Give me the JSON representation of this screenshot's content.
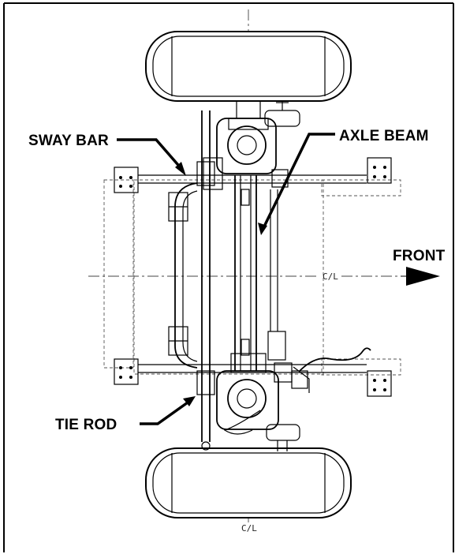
{
  "labels": {
    "sway_bar": "SWAY BAR",
    "axle_beam": "AXLE BEAM",
    "front": "FRONT",
    "tie_rod": "TIE ROD",
    "centerline_horizontal": "C/L",
    "centerline_vertical": "C/L"
  },
  "colors": {
    "line": "#000000",
    "background": "#ffffff"
  },
  "icons": {
    "front_arrow": "arrow-right-icon"
  }
}
